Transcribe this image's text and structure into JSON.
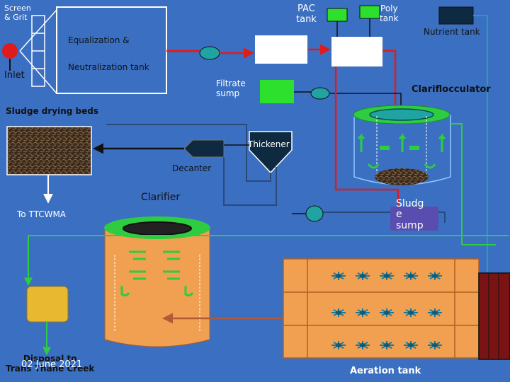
{
  "labels": {
    "screen_grit": "Screen\n& Grit",
    "inlet": "Inlet",
    "equalization_line1": "Equalization &",
    "equalization_line2": "Neutralization tank",
    "pac_tank": "PAC\ntank",
    "poly_tank": "Poly\ntank",
    "nutrient_tank": "Nutrient  tank",
    "filtrate_sump": "Filtrate\nsump",
    "clariflocculator": "Clariflocculator",
    "sludge_drying_beds": "Sludge drying beds",
    "thickener": "Thickener",
    "decanter": "Decanter",
    "clarifier": "Clarifier",
    "to_ttcwma": "To TTCWMA",
    "sludge_sump": "Sludg\ne\nsump",
    "disposal": "Disposal to\nTrans Thane Creek",
    "date": "02 June 2021",
    "aeration_tank": "Aeration tank"
  },
  "colors": {
    "background": "#3b6fc2",
    "process_line": "#2ecc40",
    "sludge_line": "#e01b1b",
    "sludge_flow": "#b05a3a",
    "pump": "#1fa3a3",
    "tank_dark": "#0e2a40",
    "filtrate_sump": "#2ee02e",
    "clarifier_body": "#f0a050",
    "aeration_body": "#f0a050",
    "disposal_tank": "#e8b830",
    "sludge_sump": "#5a4db0",
    "nutrient_column": "#7a1414"
  }
}
